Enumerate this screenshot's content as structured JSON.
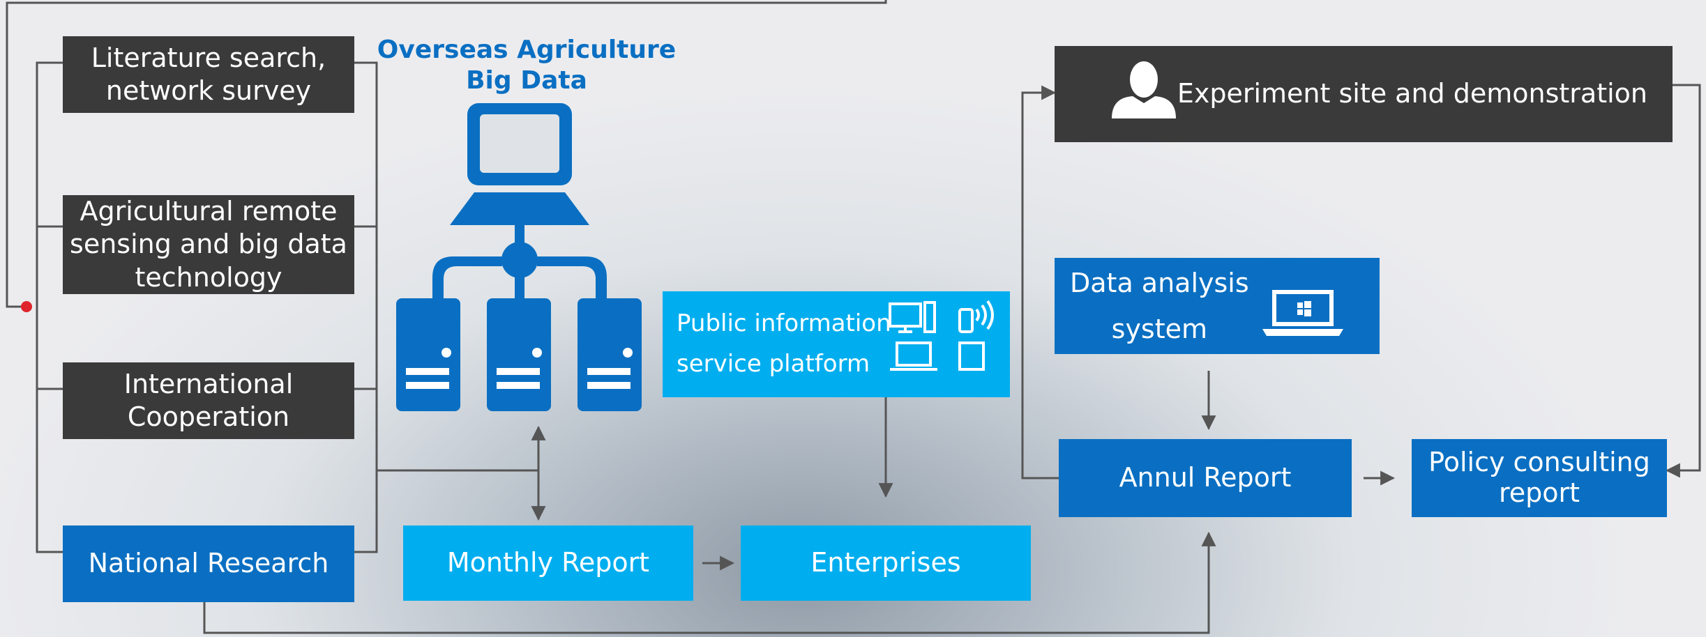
{
  "title": "Overseas Agriculture\nBig Data",
  "sources": [
    {
      "label": "Literature search,\nnetwork survey"
    },
    {
      "label": "Agricultural remote\nsensing and big data\ntechnology"
    },
    {
      "label": "International\nCooperation"
    },
    {
      "label": "National Research"
    }
  ],
  "platform": {
    "label": "Public information\nservice platform"
  },
  "monthly_report": "Monthly Report",
  "enterprises": "Enterprises",
  "experiment": "Experiment site and demonstration",
  "data_analysis": "Data analysis\nsystem",
  "annual_report": "Annul Report",
  "policy": "Policy consulting\nreport",
  "colors": {
    "dark": "#3a3a3a",
    "blue": "#0a6fc2",
    "cyan": "#00aeef",
    "title": "#0a6fc2",
    "line": "#555555",
    "dot": "#e0242b"
  },
  "icons": [
    "big-data-server-icon",
    "devices-icon",
    "user-icon",
    "laptop-windows-icon"
  ]
}
